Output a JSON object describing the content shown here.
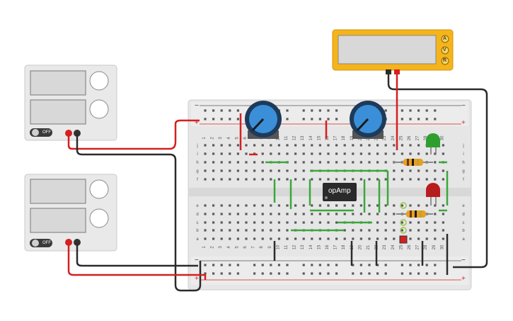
{
  "psu_top": {
    "button_label": "OFF"
  },
  "psu_bottom": {
    "button_label": "OFF"
  },
  "multimeter": {
    "modes": [
      "A",
      "V",
      "R"
    ]
  },
  "chip": {
    "label": "opAmp"
  },
  "breadboard": {
    "row_letters_top": [
      "j",
      "i",
      "h",
      "g",
      "f"
    ],
    "row_letters_bottom": [
      "e",
      "d",
      "c",
      "b",
      "a"
    ],
    "column_numbers": [
      "1",
      "2",
      "3",
      "4",
      "5",
      "6",
      "7",
      "8",
      "9",
      "10",
      "11",
      "12",
      "13",
      "14",
      "15",
      "16",
      "17",
      "18",
      "19",
      "20",
      "21",
      "22",
      "23",
      "24",
      "25",
      "26",
      "27",
      "28",
      "29",
      "30"
    ],
    "rail_plus": "+",
    "rail_minus": "−"
  },
  "colors": {
    "wire_red": "#d42020",
    "wire_black": "#2b2b2b",
    "wire_green": "#3aa83a",
    "meter_frame": "#f5b41a",
    "pot_blue": "#3a8fd8",
    "led_green": "#2e9e2e",
    "led_red": "#b81c1c"
  }
}
